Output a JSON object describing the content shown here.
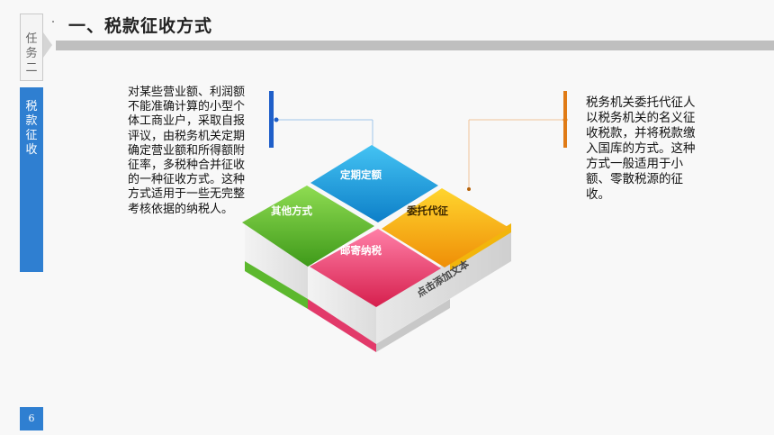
{
  "sidebar": {
    "task_chars": [
      "任",
      "务",
      "二"
    ],
    "topic_chars": [
      "税",
      "款",
      "征",
      "收"
    ],
    "page_number": "6"
  },
  "header": {
    "title": "一、税款征收方式"
  },
  "left_text": "对某些营业额、利润额不能准确计算的小型个体工商业户，采取自报评议，由税务机关定期确定营业额和所得额附征率，多税种合并征收的一种征收方式。这种方式适用于一些无完整考核依据的纳税人。",
  "right_text": "税务机关委托代征人以税务机关的名义征收税款，并将税款缴入国库的方式。这种方式一般适用于小额、零散税源的征收。",
  "diagram": {
    "tiles": {
      "top": "定期定额",
      "left": "其他方式",
      "right": "委托代征",
      "bottom": "邮寄纳税"
    },
    "side_label": "点击添加文本",
    "colors": {
      "top": "#1aa3e0",
      "left": "#6ac23a",
      "right": "#f2b50c",
      "bottom": "#e23a6a"
    }
  }
}
